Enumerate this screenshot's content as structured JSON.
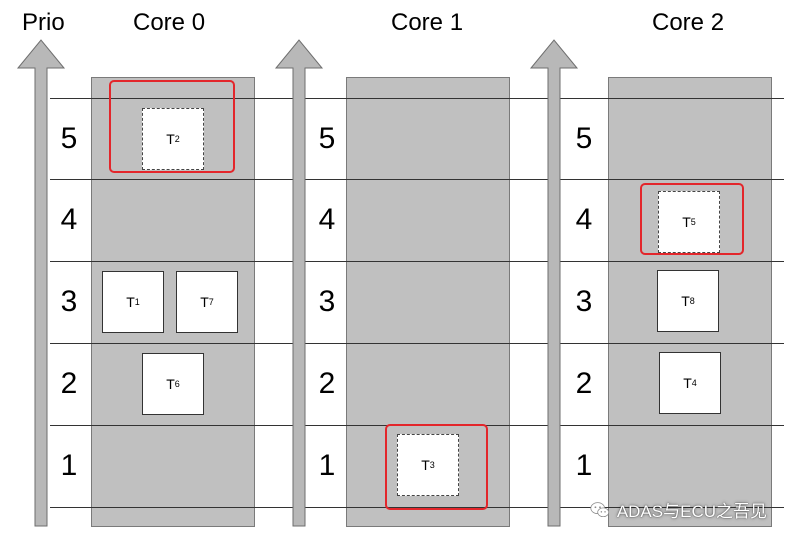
{
  "prio_label": "Prio",
  "cores": [
    {
      "label": "Core 0"
    },
    {
      "label": "Core 1"
    },
    {
      "label": "Core 2"
    }
  ],
  "priority_levels": [
    "5",
    "4",
    "3",
    "2",
    "1"
  ],
  "tasks": [
    {
      "id": "T2",
      "letter": "T",
      "sub": "2",
      "core": 0,
      "priority": 5,
      "style": "dashed",
      "highlighted": true
    },
    {
      "id": "T1",
      "letter": "T",
      "sub": "1",
      "core": 0,
      "priority": 3,
      "style": "solid",
      "highlighted": false
    },
    {
      "id": "T7",
      "letter": "T",
      "sub": "7",
      "core": 0,
      "priority": 3,
      "style": "solid",
      "highlighted": false
    },
    {
      "id": "T6",
      "letter": "T",
      "sub": "6",
      "core": 0,
      "priority": 2,
      "style": "solid",
      "highlighted": false
    },
    {
      "id": "T3",
      "letter": "T",
      "sub": "3",
      "core": 1,
      "priority": 1,
      "style": "dashed",
      "highlighted": true
    },
    {
      "id": "T5",
      "letter": "T",
      "sub": "5",
      "core": 2,
      "priority": 4,
      "style": "dashed",
      "highlighted": true
    },
    {
      "id": "T8",
      "letter": "T",
      "sub": "8",
      "core": 2,
      "priority": 3,
      "style": "solid",
      "highlighted": false
    },
    {
      "id": "T4",
      "letter": "T",
      "sub": "4",
      "core": 2,
      "priority": 2,
      "style": "solid",
      "highlighted": false
    }
  ],
  "colors": {
    "panel": "#c0c0c0",
    "highlight": "#e3262b",
    "arrow": "#b8b8b8"
  },
  "watermark": {
    "icon": "wechat-icon",
    "text": "ADAS与ECU之吾见"
  }
}
